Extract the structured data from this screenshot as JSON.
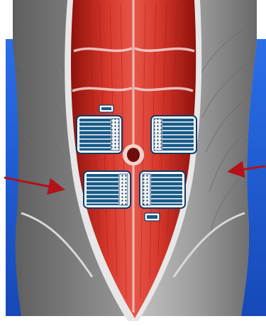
{
  "figure": {
    "kind": "anatomical illustration",
    "colors": {
      "background_blue": "#1f5fd6",
      "muscle_red": "#c8241c",
      "side_gray": "#8f8f8f",
      "pad_blue": "#1a5a86",
      "arrow_red": "#b3121a",
      "frame": "#ffffff"
    },
    "elements": {
      "electrode_pads": [
        {
          "id": "upper-left"
        },
        {
          "id": "upper-right"
        },
        {
          "id": "lower-left"
        },
        {
          "id": "lower-right"
        }
      ],
      "connectors": [
        {
          "id": "top"
        },
        {
          "id": "bottom"
        }
      ],
      "arrows": [
        {
          "id": "left",
          "direction": "right"
        },
        {
          "id": "right",
          "direction": "left"
        }
      ]
    }
  }
}
